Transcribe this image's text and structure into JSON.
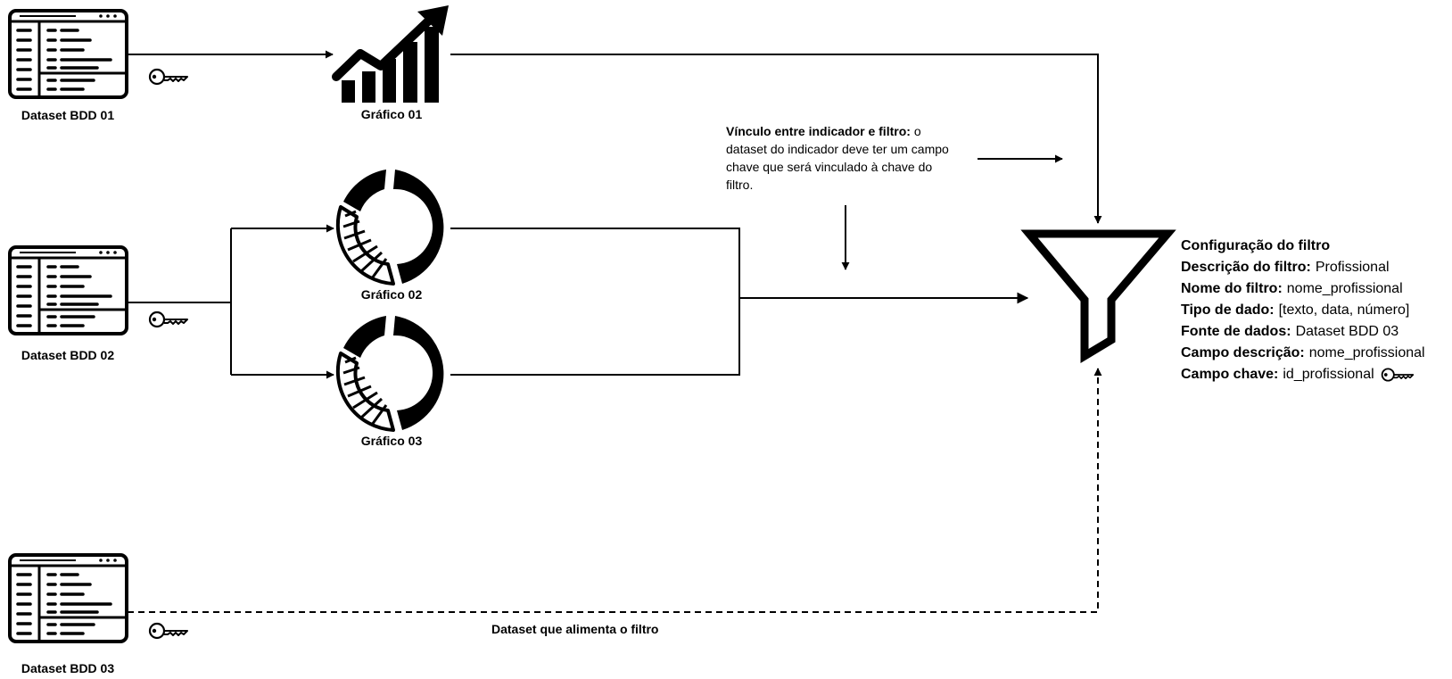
{
  "datasets": [
    {
      "label": "Dataset BDD 01"
    },
    {
      "label": "Dataset BDD 02"
    },
    {
      "label": "Dataset BDD 03"
    }
  ],
  "charts": [
    {
      "label": "Gráfico 01",
      "icon": "trending-up-bar-chart-icon"
    },
    {
      "label": "Gráfico 02",
      "icon": "donut-chart-icon"
    },
    {
      "label": "Gráfico 03",
      "icon": "donut-chart-icon"
    }
  ],
  "note": {
    "title": "Vínculo entre indicador e filtro:",
    "body": "o dataset do indicador deve ter um campo chave que será vinculado à chave do filtro."
  },
  "feed_label": "Dataset que alimenta o filtro",
  "filter": {
    "icon": "funnel-icon",
    "heading": "Configuração do filtro",
    "rows": [
      {
        "label": "Descrição do filtro:",
        "value": "Profissional"
      },
      {
        "label": "Nome do filtro:",
        "value": "nome_profissional"
      },
      {
        "label": "Tipo de dado:",
        "value": "[texto, data, número]"
      },
      {
        "label": "Fonte de dados:",
        "value": "Dataset BDD 03"
      },
      {
        "label": "Campo descrição:",
        "value": "nome_profissional"
      },
      {
        "label": "Campo chave:",
        "value": "id_profissional"
      }
    ]
  },
  "colors": {
    "stroke": "#000000",
    "background": "#ffffff"
  }
}
